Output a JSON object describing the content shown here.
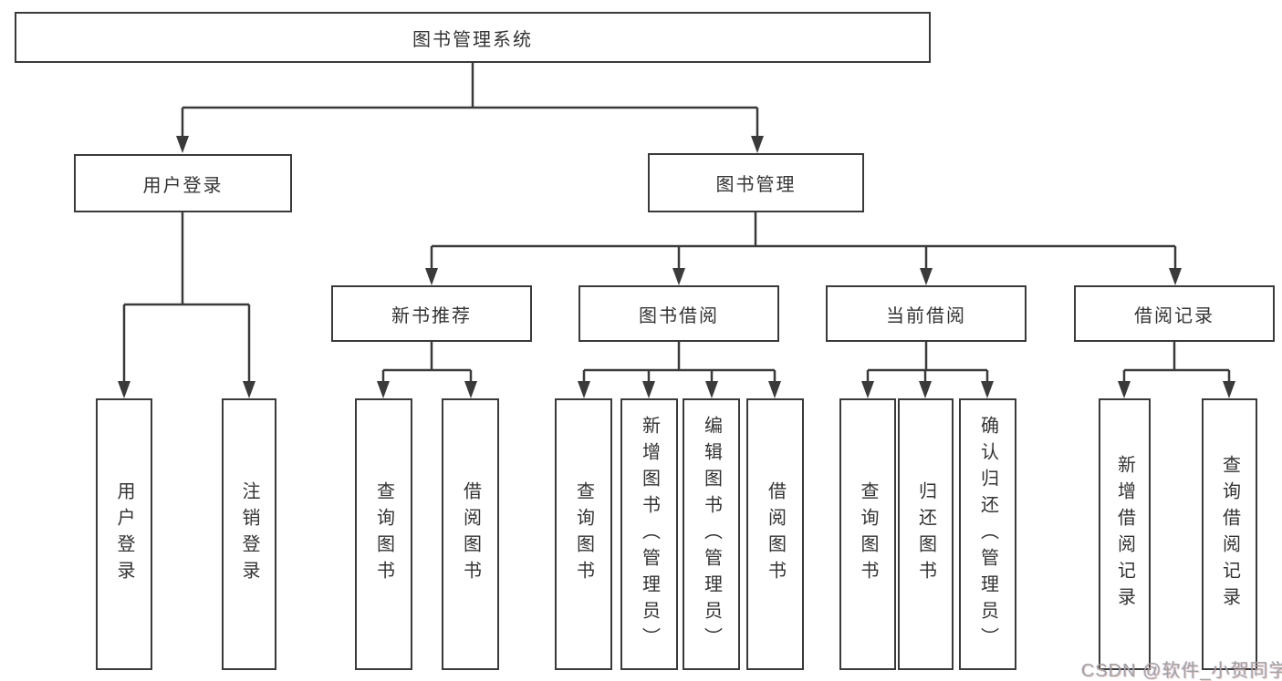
{
  "colors": {
    "line_color": "#3a3a3a",
    "text_color": "#333333",
    "watermark_color": "#a2a2a2",
    "bg_color": "#ffffff"
  },
  "tree": {
    "root": {
      "label": "图书管理系统",
      "children": [
        {
          "label": "用户登录",
          "children": [
            {
              "label": "用户登录"
            },
            {
              "label": "注销登录"
            }
          ]
        },
        {
          "label": "图书管理",
          "children": [
            {
              "label": "新书推荐",
              "children": [
                {
                  "label": "查询图书"
                },
                {
                  "label": "借阅图书"
                }
              ]
            },
            {
              "label": "图书借阅",
              "children": [
                {
                  "label": "查询图书"
                },
                {
                  "label": "新增图书（管理员）"
                },
                {
                  "label": "编辑图书（管理员）"
                },
                {
                  "label": "借阅图书"
                }
              ]
            },
            {
              "label": "当前借阅",
              "children": [
                {
                  "label": "查询图书"
                },
                {
                  "label": "归还图书"
                },
                {
                  "label": "确认归还（管理员）"
                }
              ]
            },
            {
              "label": "借阅记录",
              "children": [
                {
                  "label": "新增借阅记录"
                },
                {
                  "label": "查询借阅记录"
                }
              ]
            }
          ]
        }
      ]
    }
  },
  "watermark": {
    "text": "CSDN @软件_小贺同学"
  }
}
